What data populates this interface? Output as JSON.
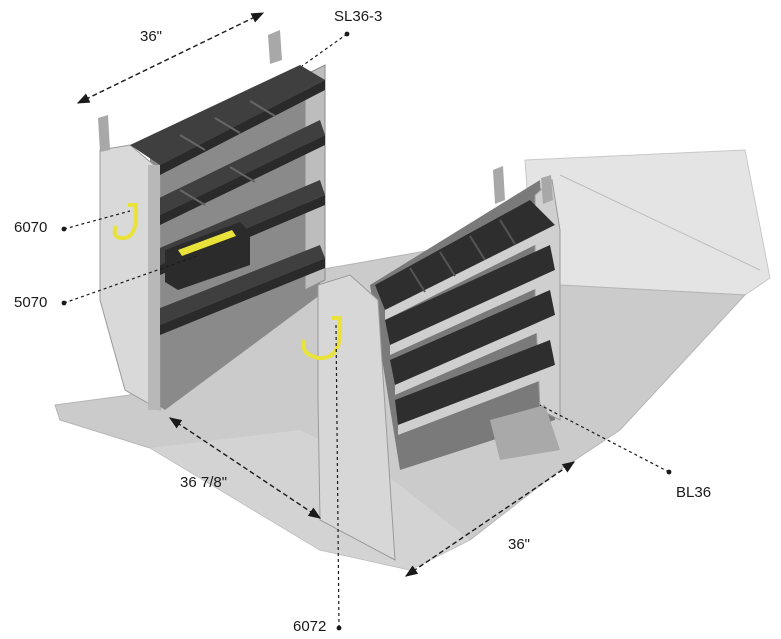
{
  "dimensions": {
    "top_width": "36\"",
    "aisle_width": "36 7/8\"",
    "bottom_width": "36\""
  },
  "parts": {
    "shelf_unit_left": "SL36-3",
    "hook_left": "6070",
    "bin": "5070",
    "shelf_unit_right": "BL36",
    "hook_right": "6072"
  },
  "colors": {
    "floor": "#c9c9c9",
    "panel": "#d4d4d4",
    "shelf": "#4a4a4a",
    "hook": "#e8e23a",
    "line": "#1a1a1a"
  }
}
